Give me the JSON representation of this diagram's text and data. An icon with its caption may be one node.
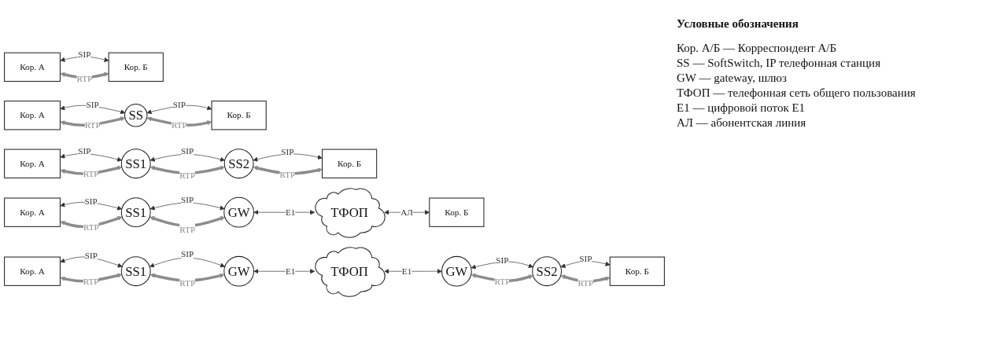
{
  "diagram": {
    "nodes": [
      {
        "text": [
          "Кор. А"
        ]
      },
      {
        "text": [
          "Кор. Б"
        ]
      },
      {
        "text": [
          "Кор. А"
        ]
      },
      {
        "text": [
          "SS"
        ]
      },
      {
        "text": [
          "Кор. Б"
        ]
      },
      {
        "text": [
          "Кор. А"
        ]
      },
      {
        "text": [
          "SS1"
        ]
      },
      {
        "text": [
          "SS2"
        ]
      },
      {
        "text": [
          "Кор. Б"
        ]
      },
      {
        "text": [
          "Кор. А"
        ]
      },
      {
        "text": [
          "SS1"
        ]
      },
      {
        "text": [
          "GW"
        ]
      },
      {
        "text": [
          "ТФОП"
        ]
      },
      {
        "text": [
          "Кор. Б"
        ]
      },
      {
        "text": [
          "Кор. А"
        ]
      },
      {
        "text": [
          "SS1"
        ]
      },
      {
        "text": [
          "GW"
        ]
      },
      {
        "text": [
          "ТФОП"
        ]
      },
      {
        "text": [
          "GW"
        ]
      },
      {
        "text": [
          "SS2"
        ]
      },
      {
        "text": [
          "Кор. Б"
        ]
      }
    ],
    "edges": [
      {
        "from": 0,
        "to": 1,
        "arrow": "both",
        "label": "SIP"
      },
      {
        "from": 0,
        "to": 1,
        "arrow": "both",
        "label": "RTP",
        "style": "thick",
        "color": "#8c8c8c"
      },
      {
        "from": 2,
        "to": 3,
        "arrow": "both",
        "label": "SIP"
      },
      {
        "from": 2,
        "to": 3,
        "arrow": "both",
        "label": "RTP",
        "style": "thick",
        "color": "#8c8c8c"
      },
      {
        "from": 3,
        "to": 4,
        "arrow": "both",
        "label": "SIP"
      },
      {
        "from": 3,
        "to": 4,
        "arrow": "both",
        "label": "RTP",
        "style": "thick",
        "color": "#8c8c8c"
      },
      {
        "from": 5,
        "to": 6,
        "arrow": "both",
        "label": "SIP"
      },
      {
        "from": 5,
        "to": 6,
        "arrow": "both",
        "label": "RTP",
        "style": "thick",
        "color": "#8c8c8c"
      },
      {
        "from": 6,
        "to": 7,
        "arrow": "both",
        "label": "SIP"
      },
      {
        "from": 6,
        "to": 7,
        "arrow": "both",
        "label": "RTP",
        "style": "thick",
        "color": "#8c8c8c"
      },
      {
        "from": 7,
        "to": 8,
        "arrow": "both",
        "label": "SIP"
      },
      {
        "from": 7,
        "to": 8,
        "arrow": "both",
        "label": "RTP",
        "style": "thick",
        "color": "#8c8c8c"
      },
      {
        "from": 9,
        "to": 10,
        "arrow": "both",
        "label": "SIP"
      },
      {
        "from": 9,
        "to": 10,
        "arrow": "both",
        "label": "RTP",
        "style": "thick",
        "color": "#8c8c8c"
      },
      {
        "from": 10,
        "to": 11,
        "arrow": "both",
        "label": "SIP"
      },
      {
        "from": 10,
        "to": 11,
        "arrow": "both",
        "label": "RTP",
        "style": "thick",
        "color": "#8c8c8c"
      },
      {
        "from": 11,
        "to": 12,
        "arrow": "both",
        "label": "E1"
      },
      {
        "from": 12,
        "to": 13,
        "arrow": "both",
        "label": "АЛ"
      },
      {
        "from": 14,
        "to": 15,
        "arrow": "both",
        "label": "SIP"
      },
      {
        "from": 14,
        "to": 15,
        "arrow": "both",
        "label": "RTP",
        "style": "thick",
        "color": "#8c8c8c"
      },
      {
        "from": 15,
        "to": 16,
        "arrow": "both",
        "label": "SIP"
      },
      {
        "from": 15,
        "to": 16,
        "arrow": "both",
        "label": "RTP",
        "style": "thick",
        "color": "#8c8c8c"
      },
      {
        "from": 16,
        "to": 17,
        "arrow": "both",
        "label": "E1"
      },
      {
        "from": 17,
        "to": 18,
        "arrow": "both",
        "label": "E1"
      },
      {
        "from": 18,
        "to": 19,
        "arrow": "both",
        "label": "SIP"
      },
      {
        "from": 18,
        "to": 19,
        "arrow": "both",
        "label": "RTP",
        "style": "thick",
        "color": "#8c8c8c"
      },
      {
        "from": 19,
        "to": 20,
        "arrow": "both",
        "label": "SIP"
      },
      {
        "from": 19,
        "to": 20,
        "arrow": "both",
        "label": "RTP",
        "style": "thick",
        "color": "#8c8c8c"
      }
    ],
    "labels": [
      "Условные обозначения",
      "Кор. А/Б — Корреспондент А/Б",
      "SS — SoftSwitch, IP телефонная станция",
      "GW — gateway, шлюз",
      "ТФОП — телефонная сеть общего пользования",
      "Е1 — цифровой поток Е1",
      "АЛ — абонентская линия"
    ]
  }
}
